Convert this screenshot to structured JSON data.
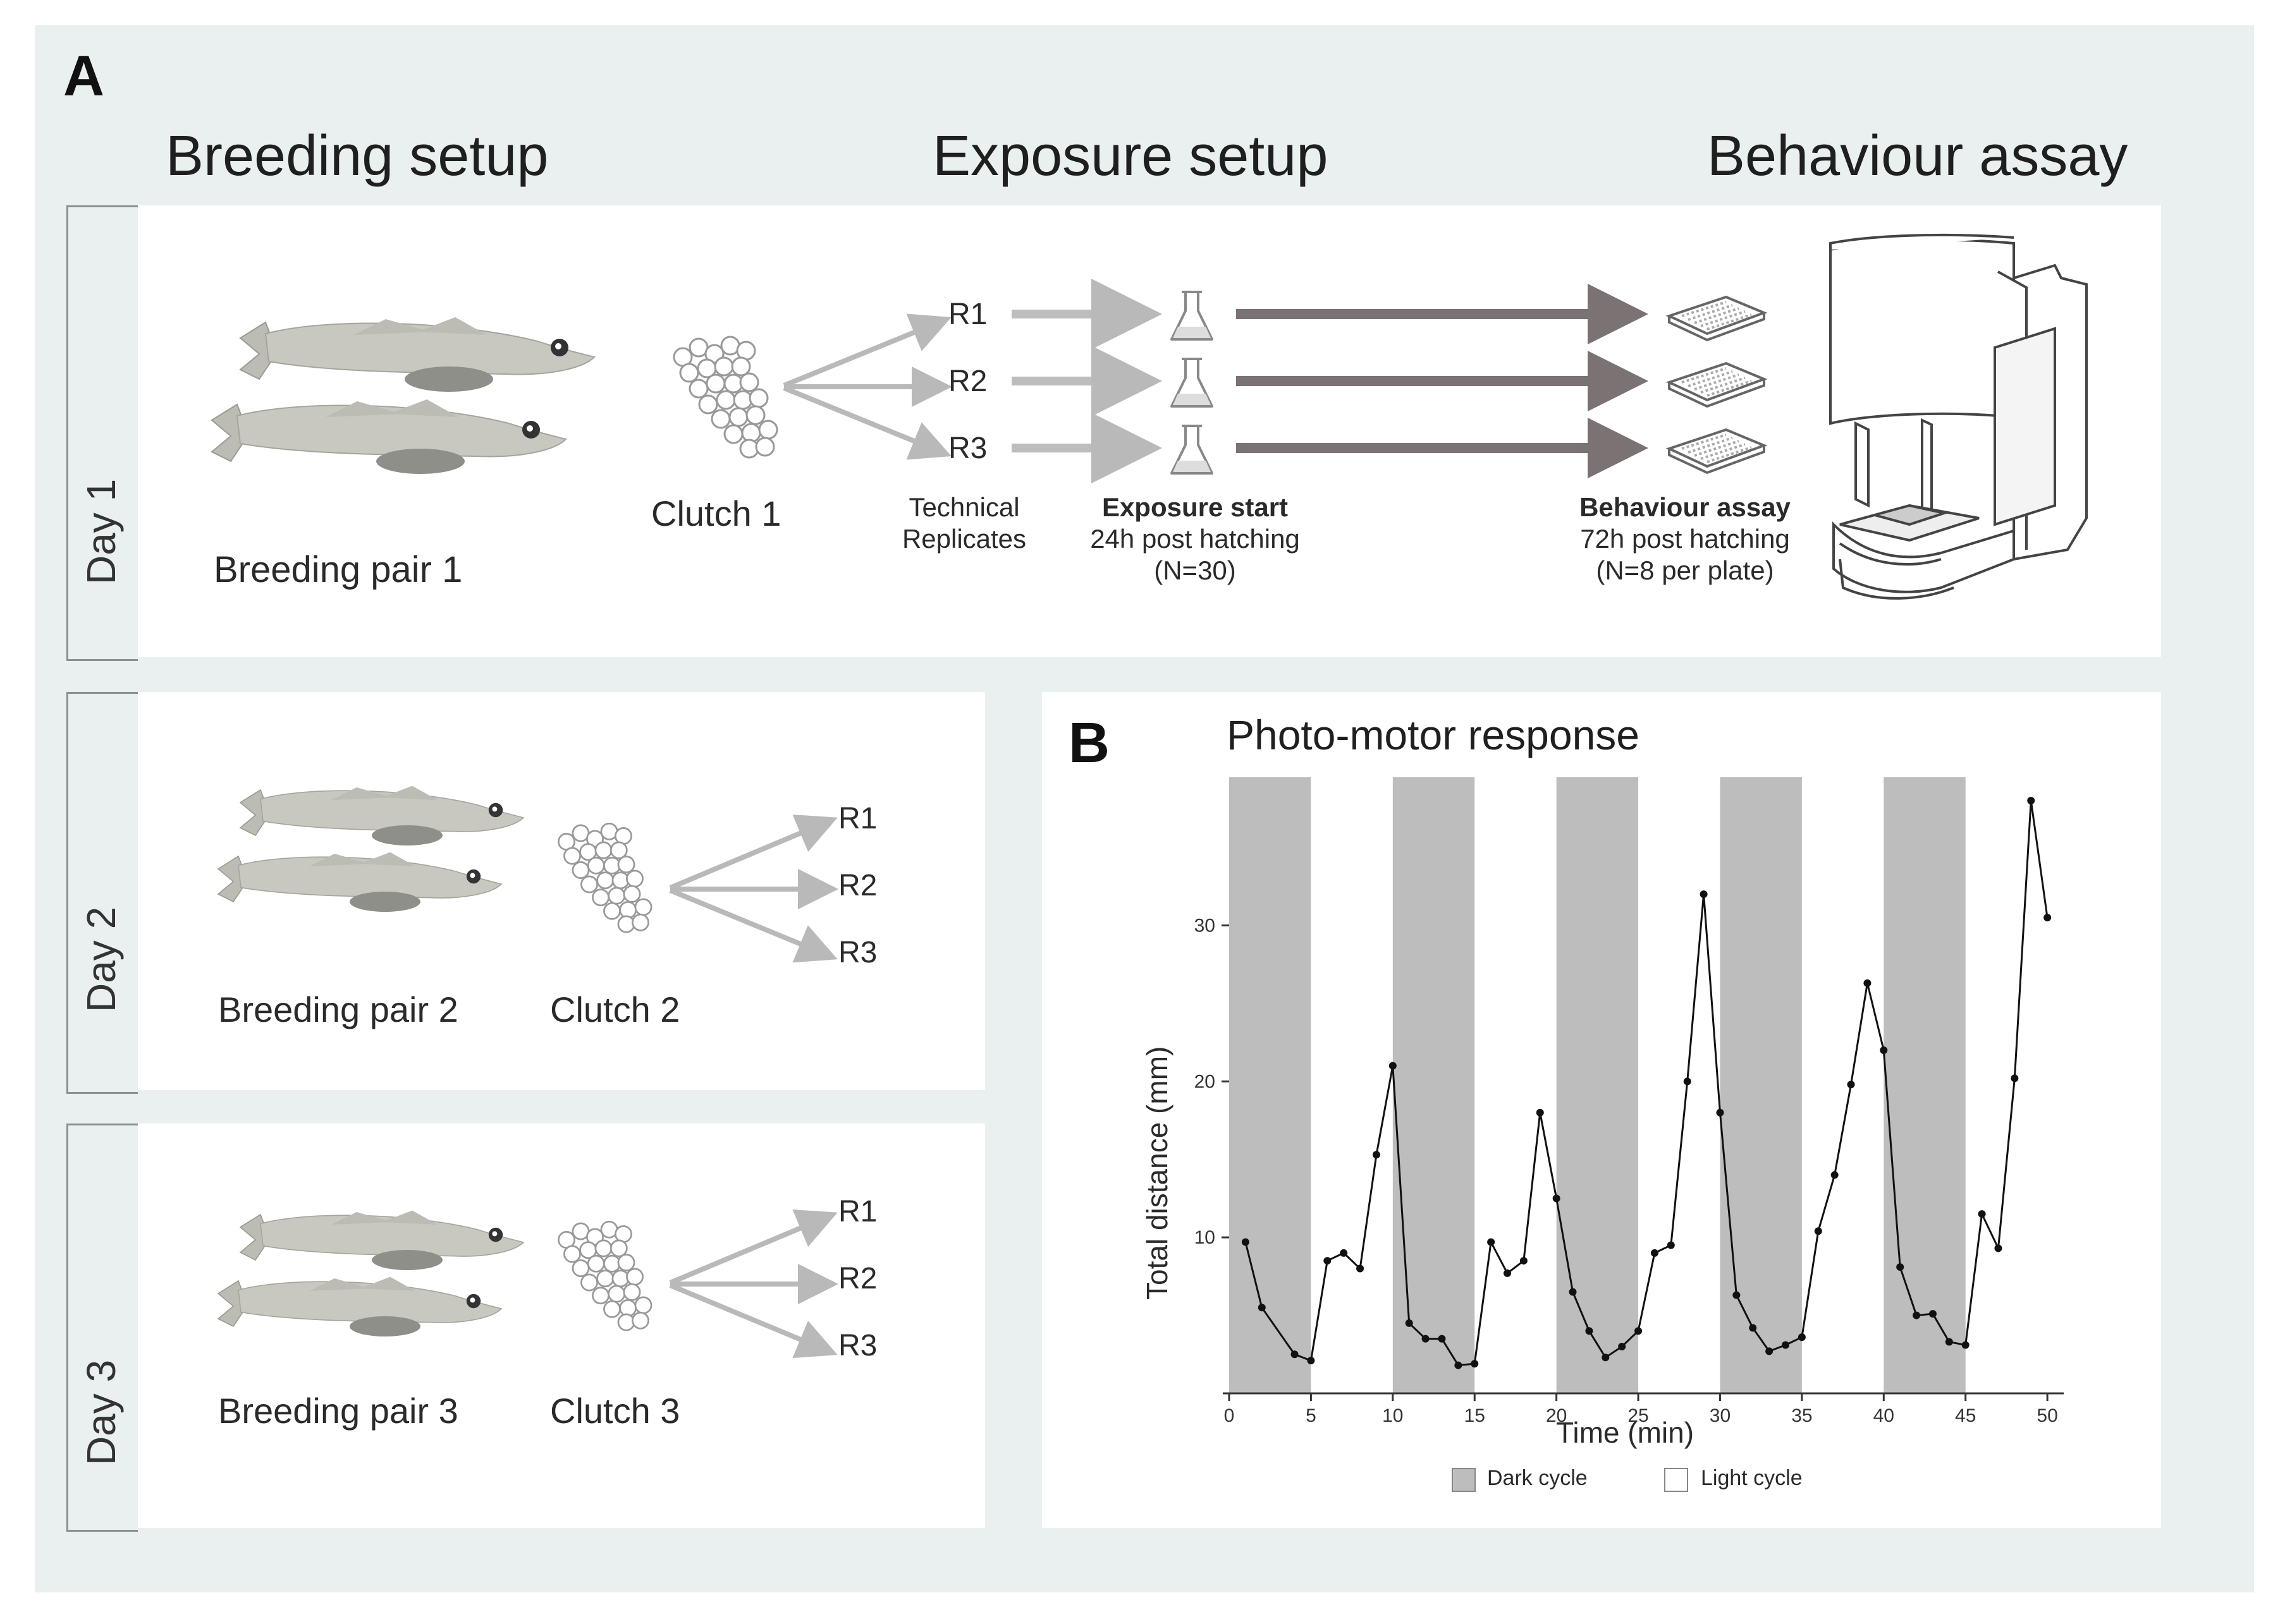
{
  "panel_a": {
    "letter": "A",
    "headings": {
      "breeding": "Breeding setup",
      "exposure": "Exposure setup",
      "behaviour": "Behaviour assay"
    },
    "days": [
      {
        "label": "Day 1",
        "pair": "Breeding pair 1",
        "clutch": "Clutch 1",
        "replicates": [
          "R1",
          "R2",
          "R3"
        ]
      },
      {
        "label": "Day 2",
        "pair": "Breeding pair 2",
        "clutch": "Clutch 2",
        "replicates": [
          "R1",
          "R2",
          "R3"
        ]
      },
      {
        "label": "Day 3",
        "pair": "Breeding pair 3",
        "clutch": "Clutch 3",
        "replicates": [
          "R1",
          "R2",
          "R3"
        ]
      }
    ],
    "technical": [
      "Technical",
      "Replicates"
    ],
    "exposure_start": {
      "title": "Exposure start",
      "line1": "24h post hatching",
      "line2": "(N=30)"
    },
    "behaviour_assay": {
      "title": "Behaviour assay",
      "line1": "72h post hatching",
      "line2": "(N=8 per plate)"
    }
  },
  "panel_b": {
    "letter": "B",
    "colors": {
      "dark_cycle": "#bdbdbd",
      "line": "#111111"
    }
  },
  "chart_data": {
    "type": "line",
    "title": "Photo-motor response",
    "xlabel": "Time (min)",
    "ylabel": "Total distance (mm)",
    "xlim": [
      0,
      51
    ],
    "ylim": [
      0,
      39.5
    ],
    "xticks": [
      0,
      5,
      10,
      15,
      20,
      25,
      30,
      35,
      40,
      45,
      50
    ],
    "yticks": [
      10,
      20,
      30
    ],
    "dark_cycles": [
      [
        0,
        5
      ],
      [
        10,
        15
      ],
      [
        20,
        25
      ],
      [
        30,
        35
      ],
      [
        40,
        45
      ]
    ],
    "legend": [
      "Dark cycle",
      "Light cycle"
    ],
    "series": [
      {
        "x": [
          1,
          2,
          4,
          5,
          6,
          7,
          8,
          9,
          10,
          11,
          12,
          13,
          14,
          15,
          16,
          17,
          18,
          19,
          20,
          21,
          22,
          23,
          24,
          25,
          26,
          27,
          28,
          29,
          30,
          31,
          32,
          33,
          34,
          35,
          36,
          37,
          38,
          39,
          40,
          41,
          42,
          43,
          44,
          45,
          46,
          47,
          48,
          49,
          50
        ],
        "y": [
          9.7,
          5.5,
          2.5,
          2.1,
          8.5,
          9.0,
          8.0,
          15.3,
          21.0,
          4.5,
          3.5,
          3.5,
          1.8,
          1.9,
          9.7,
          7.7,
          8.5,
          18.0,
          12.5,
          6.5,
          4.0,
          2.3,
          3.0,
          4.0,
          9.0,
          9.5,
          20.0,
          32.0,
          18.0,
          6.3,
          4.2,
          2.7,
          3.1,
          3.6,
          10.4,
          14.0,
          19.8,
          26.3,
          22.0,
          8.1,
          5.0,
          5.1,
          3.3,
          3.1,
          11.5,
          9.3,
          20.2,
          38.0,
          30.5
        ]
      }
    ]
  }
}
